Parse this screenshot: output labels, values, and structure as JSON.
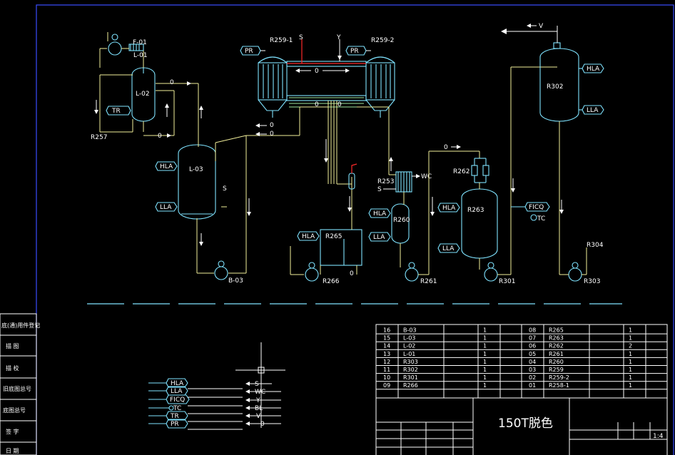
{
  "equipment_labels": {
    "l02": "L-02",
    "l03": "L-03",
    "f01": "F-01",
    "l01": "L-01",
    "r259_1": "R259-1",
    "r259_2": "R259-2",
    "r302": "R302",
    "r265": "R265",
    "r262": "R262",
    "r263": "R263",
    "r260": "R260",
    "r253": "R253",
    "b03": "B-03",
    "r266": "R266",
    "r261": "R261",
    "r301": "R301",
    "r303": "R303",
    "r257": "R257",
    "r304": "R304"
  },
  "instrument_tags": {
    "hla": "HLA",
    "lla": "LLA",
    "pr": "PR",
    "tr": "TR",
    "tc": "TC",
    "ficq": "FICQ"
  },
  "stream_labels": {
    "v": "V",
    "s": "S",
    "y": "Y",
    "wc": "WC",
    "zero": "0"
  },
  "legend": {
    "items": [
      "HLA",
      "LLA",
      "FICQ",
      "TC",
      "TR",
      "PR"
    ],
    "lines": [
      "S",
      "WC",
      "Y",
      "BL",
      "V",
      "0"
    ]
  },
  "parts_table": {
    "left_rows": [
      {
        "no": "16",
        "code": "B-03",
        "qty": "1"
      },
      {
        "no": "15",
        "code": "L-03",
        "qty": "1"
      },
      {
        "no": "14",
        "code": "L-02",
        "qty": "1"
      },
      {
        "no": "13",
        "code": "L-01",
        "qty": "1"
      },
      {
        "no": "12",
        "code": "R303",
        "qty": "1"
      },
      {
        "no": "11",
        "code": "R302",
        "qty": "1"
      },
      {
        "no": "10",
        "code": "R301",
        "qty": "1"
      },
      {
        "no": "09",
        "code": "R266",
        "qty": "1"
      }
    ],
    "right_rows": [
      {
        "no": "08",
        "code": "R265",
        "qty": "1"
      },
      {
        "no": "07",
        "code": "R263",
        "qty": "1"
      },
      {
        "no": "06",
        "code": "R262",
        "qty": "2"
      },
      {
        "no": "05",
        "code": "R261",
        "qty": "1"
      },
      {
        "no": "04",
        "code": "R260",
        "qty": "1"
      },
      {
        "no": "03",
        "code": "R259",
        "qty": "1"
      },
      {
        "no": "02",
        "code": "R259-2",
        "qty": "1"
      },
      {
        "no": "01",
        "code": "R258-1",
        "qty": "1"
      }
    ]
  },
  "title_block": {
    "title": "150T脱色",
    "scale": "1:4"
  },
  "side_panel": [
    "底(通)用件登记",
    "描  图",
    "描  校",
    "旧底图总号",
    "底图总号",
    "签  字",
    "日  期"
  ]
}
